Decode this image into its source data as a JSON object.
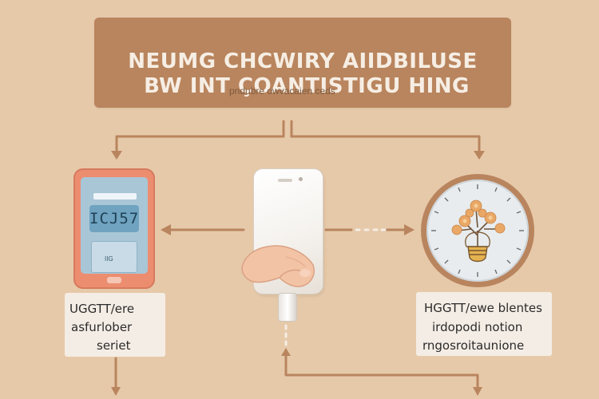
{
  "banner": {
    "line1": "NEUMG CHCWIRY AIIDBILUSE",
    "line2": "BW INT ÇOANTISTIGU HING",
    "caption": "pndubre owvacaien ceds"
  },
  "left_phone": {
    "readout": "ICJ57",
    "panel_text": "IIG"
  },
  "left_note": {
    "lines": [
      "UGGTT/ere",
      "asfurlober",
      "seriet"
    ]
  },
  "right_note": {
    "lines": [
      "HGGTT/ewe blentes",
      "irdopodi notion",
      "rngosroitaunione"
    ]
  },
  "colors": {
    "background": "#e6c9a9",
    "banner": "#b9855e",
    "arrows": "#b9855e",
    "left_phone": "#ec8d70",
    "screen": "#a9c6d7",
    "gauge_ring": "#b9855e",
    "gauge_face": "#e8ecee",
    "note": "#f4ede5"
  },
  "icons": [
    "smartphone-icon",
    "hand-holding-phone-icon",
    "lightbulb-flowers-icon",
    "arrow-icon"
  ]
}
